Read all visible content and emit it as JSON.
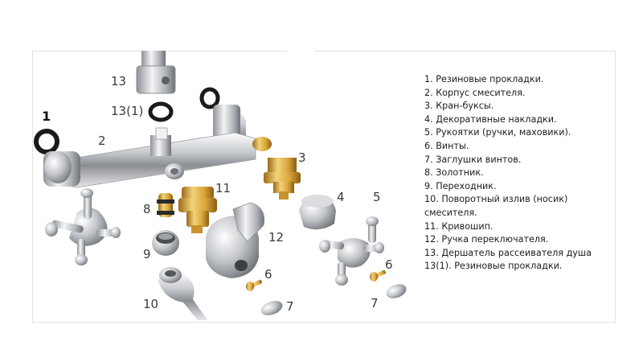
{
  "callouts": {
    "c1": "1",
    "c2": "2",
    "c3": "3",
    "c4": "4",
    "c5": "5",
    "c6a": "6",
    "c6b": "6",
    "c7a": "7",
    "c7b": "7",
    "c8": "8",
    "c9": "9",
    "c10": "10",
    "c11": "11",
    "c12": "12",
    "c13": "13",
    "c13_1": "13(1)"
  },
  "legend": [
    "1. Резиновые прокладки.",
    "2. Корпус смесителя.",
    "3. Кран-буксы.",
    "4. Декоративные накладки.",
    "5. Рукоятки (ручки, маховики).",
    "6. Винты.",
    "7. Заглушки винтов.",
    "8. Золотник.",
    "9. Переходник.",
    "10. Поворотный излив (носик)",
    "смесителя.",
    "11. Кривошип.",
    "12. Ручка переключателя.",
    "13. Дершатель рассеивателя душа",
    "13(1). Резиновые прокладки."
  ],
  "colors": {
    "chrome_light": "#f2f2f2",
    "chrome_mid": "#b9bcc0",
    "chrome_dark": "#6e7176",
    "brass_light": "#f3d27a",
    "brass_mid": "#d9a53a",
    "brass_dark": "#9a6b17",
    "rubber": "#1a1a1a"
  }
}
